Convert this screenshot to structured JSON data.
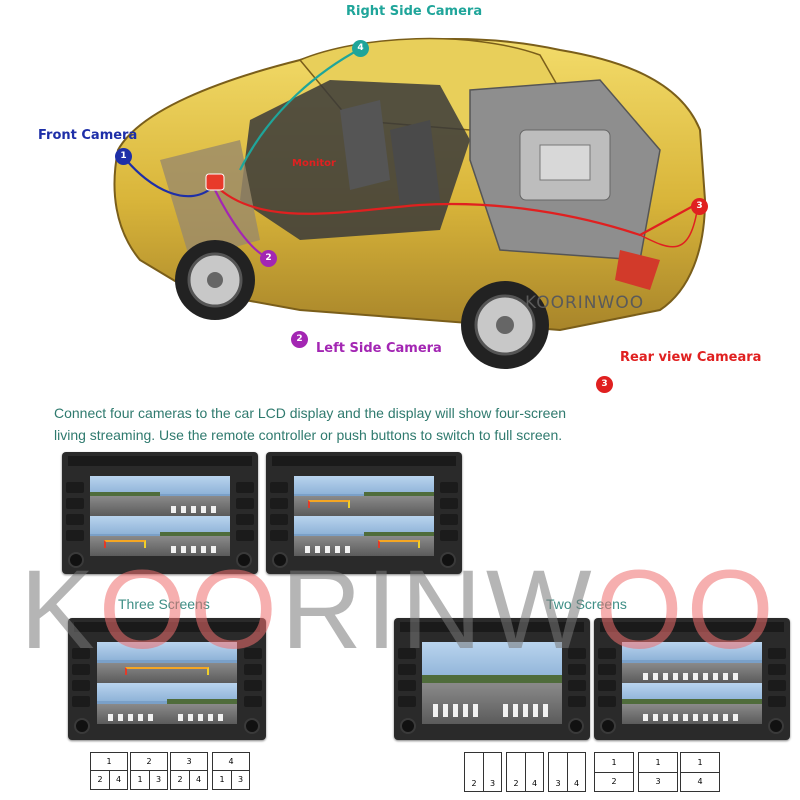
{
  "cameras": {
    "right": {
      "label": "Right Side Camera",
      "badge": "4",
      "color": "#1fa59a"
    },
    "front": {
      "label": "Front Camera",
      "badge": "1",
      "color": "#1e2fa8"
    },
    "monitor": {
      "label": "Monitor",
      "color": "#e02020"
    },
    "left": {
      "label": "Left Side Camera",
      "badge": "2",
      "color": "#a326b3"
    },
    "rear": {
      "label": "Rear view Cameara",
      "badge": "3",
      "color": "#e02020"
    }
  },
  "car_brand": "KOORINWOO",
  "description": {
    "line1": "Connect four cameras to the car LCD display and the display will show four-screen",
    "line2": "living streaming. Use the remote controller or push buttons to switch to full screen."
  },
  "captions": {
    "three": "Three Screens",
    "two": "Two Screens"
  },
  "watermark": {
    "part1": "K",
    "part2": "OO",
    "part3": "RINW",
    "part4": "OO"
  },
  "layouts": {
    "three": [
      {
        "top": "1",
        "bottom": [
          "2",
          "4"
        ]
      },
      {
        "top": "2",
        "bottom": [
          "1",
          "3"
        ]
      },
      {
        "top": "3",
        "bottom": [
          "2",
          "4"
        ]
      },
      {
        "top": "4",
        "bottom": [
          "1",
          "3"
        ]
      }
    ],
    "two_vertical": [
      [
        "2",
        "3"
      ],
      [
        "2",
        "4"
      ],
      [
        "3",
        "4"
      ]
    ],
    "two_horizontal": [
      [
        "1",
        "2"
      ],
      [
        "1",
        "3"
      ],
      [
        "1",
        "4"
      ]
    ]
  }
}
